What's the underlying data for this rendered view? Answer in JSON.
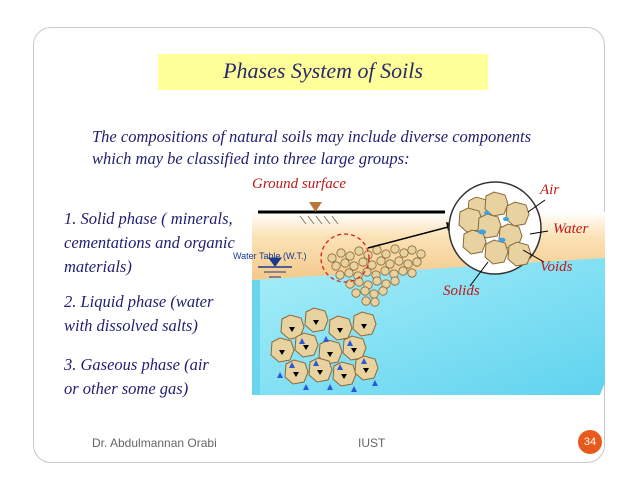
{
  "slide": {
    "title": "Phases System of  Soils",
    "intro_lines": [
      "The compositions of  natural soils may include diverse components",
      "which may be classified into three large groups:"
    ],
    "phases": {
      "solid": [
        "1. Solid phase ( minerals,",
        "cementations and organic",
        "materials)"
      ],
      "liquid": [
        "2. Liquid phase (water",
        "with dissolved salts)"
      ],
      "gas": [
        "3. Gaseous phase (air",
        "or other some gas)"
      ]
    }
  },
  "diagram": {
    "labels": {
      "ground_surface": "Ground surface",
      "water_table": "Water Table (W.T.)",
      "air": "Air",
      "water": "Water",
      "voids": "Voids",
      "solids": "Solids"
    },
    "colors": {
      "sky_top": "#ffffff",
      "ground_tan": "#f6d59a",
      "water_blue": "#8fe3f5",
      "grain_fill": "#e8d2a0",
      "grain_stroke": "#8a6a3a",
      "label_red": "#c01818",
      "text_blue": "#1f1f70"
    }
  },
  "footer": {
    "author": "Dr. Abdulmannan Orabi",
    "institution": "IUST",
    "page": "34"
  }
}
